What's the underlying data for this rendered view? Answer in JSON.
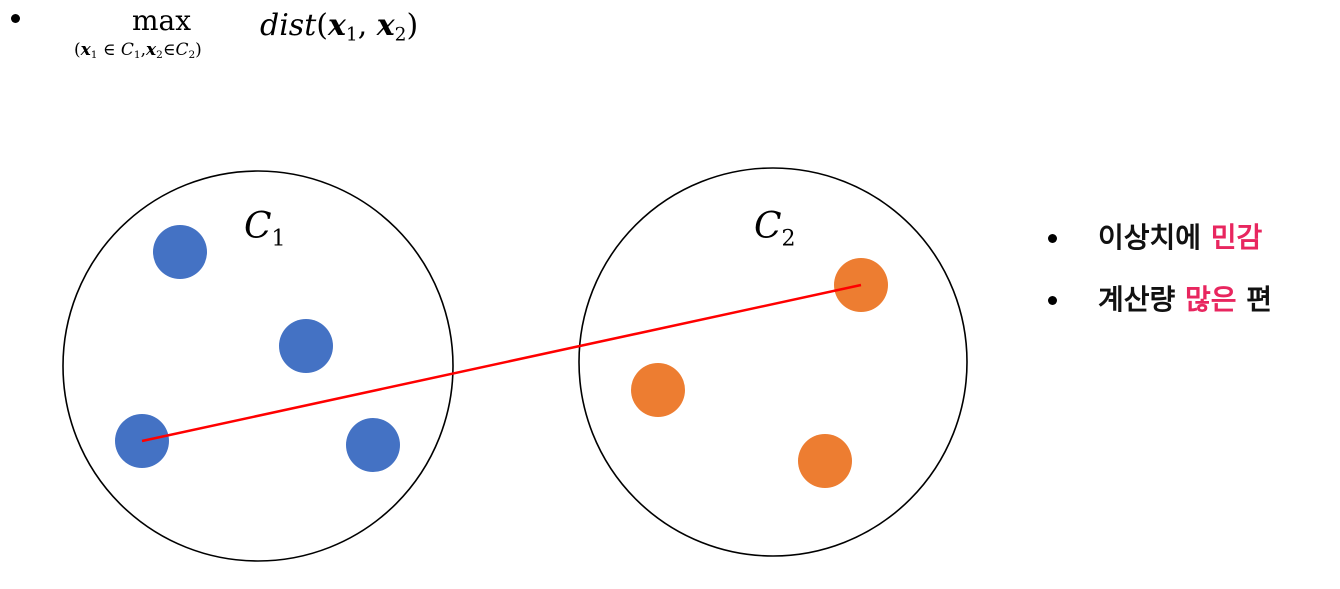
{
  "formula": {
    "operator": "max",
    "subscript": {
      "open": "(",
      "var1": "x",
      "var1_index": "1",
      "in1": " ∈ ",
      "set1": "C",
      "set1_index": "1",
      "sep": ",",
      "var2": "x",
      "var2_index": "2",
      "in2": "∈",
      "set2": "C",
      "set2_index": "2",
      "close": ")"
    },
    "function": "dist",
    "args": {
      "open": "(",
      "arg1": "x",
      "arg1_index": "1",
      "sep": ", ",
      "arg2": "x",
      "arg2_index": "2",
      "close": ")"
    }
  },
  "clusters": [
    {
      "label": "C",
      "label_index": "1",
      "point_color": "#4472c4",
      "point_count": 4
    },
    {
      "label": "C",
      "label_index": "2",
      "point_color": "#ed7d31",
      "point_count": 3
    }
  ],
  "link_color": "#ff0000",
  "notes": [
    {
      "parts": [
        {
          "text": "이상치에 ",
          "highlight": false
        },
        {
          "text": "민감",
          "highlight": true
        }
      ]
    },
    {
      "parts": [
        {
          "text": "계산량 ",
          "highlight": false
        },
        {
          "text": "많은",
          "highlight": true
        },
        {
          "text": " 편",
          "highlight": false
        }
      ]
    }
  ],
  "highlight_color": "#e8265f"
}
